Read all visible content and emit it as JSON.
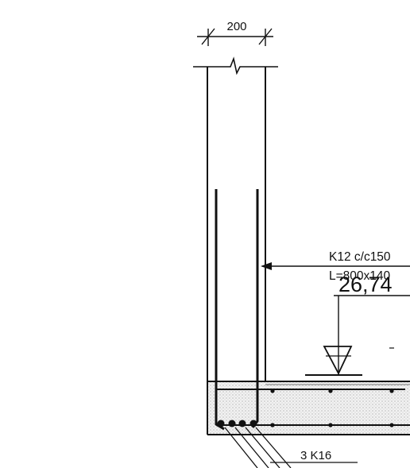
{
  "drawing": {
    "wall_thickness": "200",
    "rebar_wall": "K12 c/c150",
    "rebar_length": "L=800x140",
    "level": "26,74",
    "rebar_bottom": "3 K16"
  }
}
